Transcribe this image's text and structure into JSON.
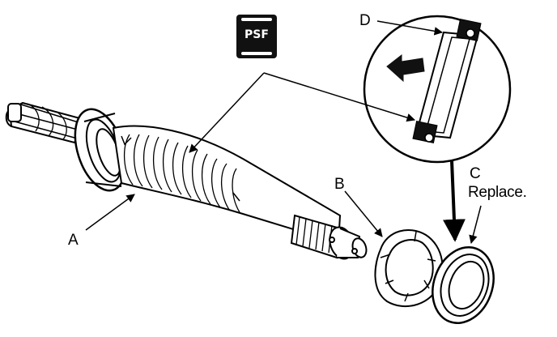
{
  "labels": {
    "a": "A",
    "b": "B",
    "c": "C",
    "c_note": "Replace.",
    "d": "D"
  },
  "badge": {
    "text": "PSF",
    "icon": "psf-fluid-can-icon"
  },
  "colors": {
    "ink": "#000000",
    "paper": "#ffffff"
  }
}
